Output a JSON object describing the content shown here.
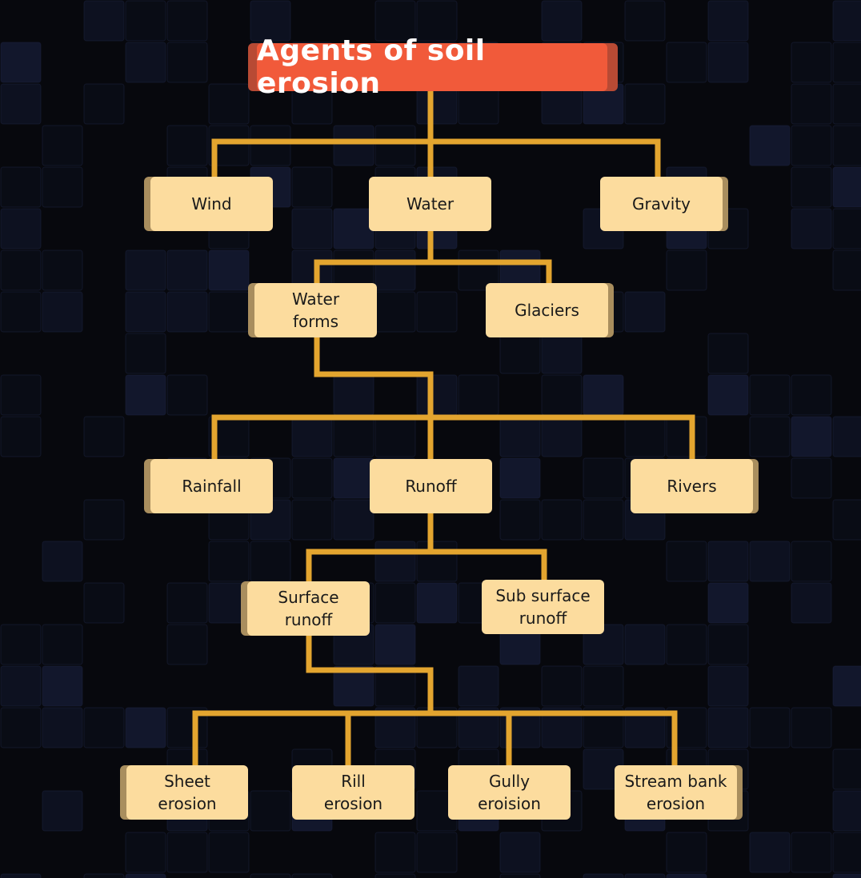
{
  "title": "Agents of soil erosion",
  "colors": {
    "background": "#07080d",
    "title_fill": "#f15a3a",
    "title_shadow": "#b84a34",
    "node_fill": "#fcdc9e",
    "node_shadow": "#a98e5e",
    "connector": "#e3a52f",
    "grid_tile": "#141a33"
  },
  "nodes": {
    "wind": "Wind",
    "water": "Water",
    "gravity": "Gravity",
    "water_forms": [
      "Water",
      "forms"
    ],
    "glaciers": "Glaciers",
    "rainfall": "Rainfall",
    "runoff": "Runoff",
    "rivers": "Rivers",
    "surface_runoff": [
      "Surface",
      "runoff"
    ],
    "sub_surface_runoff": [
      "Sub surface",
      "runoff"
    ],
    "sheet_erosion": [
      "Sheet",
      "erosion"
    ],
    "rill_erosion": [
      "Rill",
      "erosion"
    ],
    "gully_erosion": [
      "Gully",
      "eroision"
    ],
    "stream_bank_erosion": [
      "Stream bank",
      "erosion"
    ]
  }
}
